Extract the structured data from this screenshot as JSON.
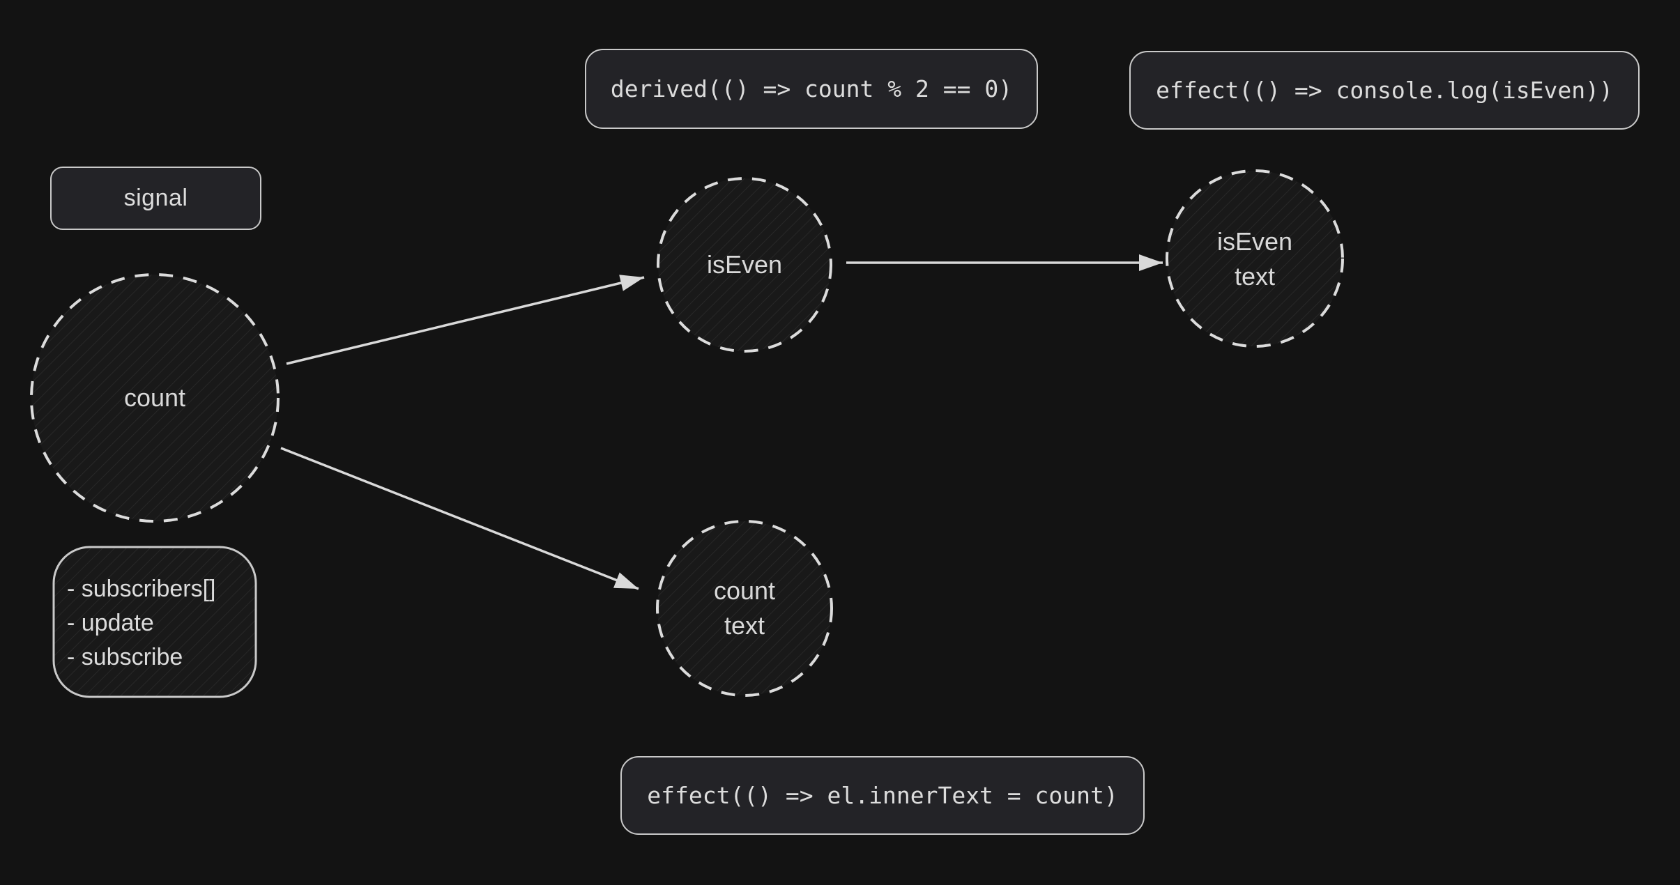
{
  "diagram": {
    "badge": {
      "label": "signal"
    },
    "code_boxes": {
      "derived": {
        "code": "derived(() => count % 2 == 0)"
      },
      "effect_log": {
        "code": "effect(() => console.log(isEven))"
      },
      "effect_dom": {
        "code": "effect(() => el.innerText = count)"
      }
    },
    "nodes": {
      "count": {
        "label": "count"
      },
      "is_even": {
        "label": "isEven"
      },
      "is_even_text": {
        "line1": "isEven",
        "line2": "text"
      },
      "count_text": {
        "line1": "count",
        "line2": "text"
      }
    },
    "signal_members": {
      "items": [
        "- subscribers[]",
        "- update",
        "- subscribe"
      ]
    },
    "edges": [
      {
        "from": "count",
        "to": "is_even"
      },
      {
        "from": "is_even",
        "to": "is_even_text"
      },
      {
        "from": "count",
        "to": "count_text"
      }
    ],
    "colors": {
      "background": "#131313",
      "box_fill": "#232327",
      "box_border": "#c9c9c9",
      "node_fill": "#191919",
      "hatch_line": "#2b2b2b",
      "dashed_stroke": "#dcdcdc",
      "arrow": "#d9d9d9",
      "text": "#dcdcdc"
    }
  }
}
